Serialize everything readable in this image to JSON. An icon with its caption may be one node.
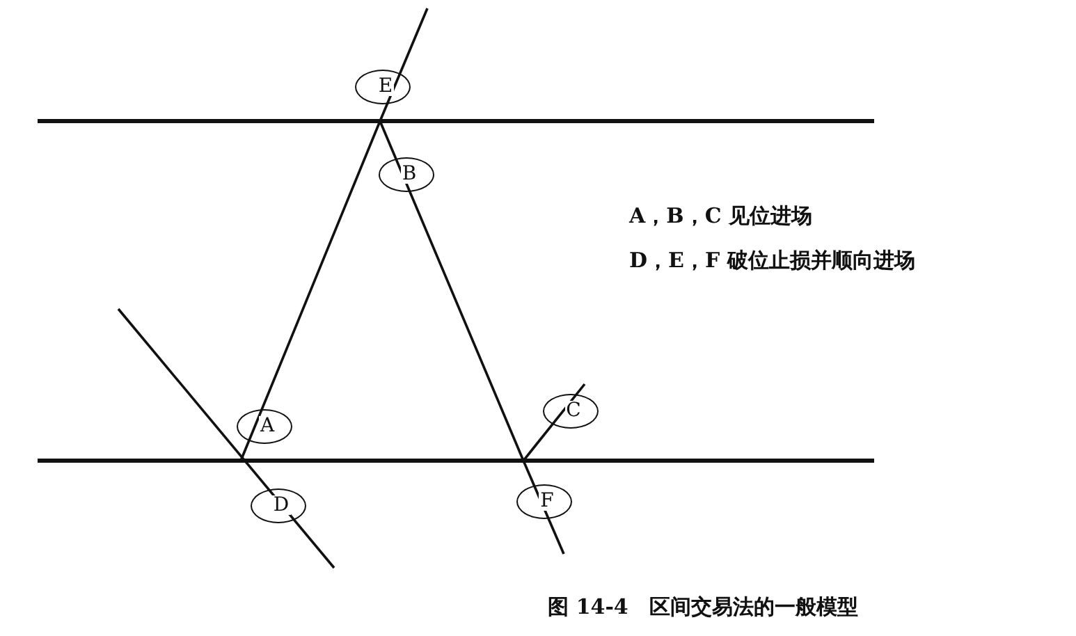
{
  "diagram": {
    "caption": "图 14-4　区间交易法的一般模型",
    "nodes": [
      {
        "text": [
          "E"
        ]
      },
      {
        "text": [
          "B"
        ]
      },
      {
        "text": [
          "A"
        ]
      },
      {
        "text": [
          "C"
        ]
      },
      {
        "text": [
          "D"
        ]
      },
      {
        "text": [
          "F"
        ]
      }
    ],
    "labels": [
      "A，B，C 见位进场",
      "D，E，F 破位止损并顺向进场"
    ]
  }
}
